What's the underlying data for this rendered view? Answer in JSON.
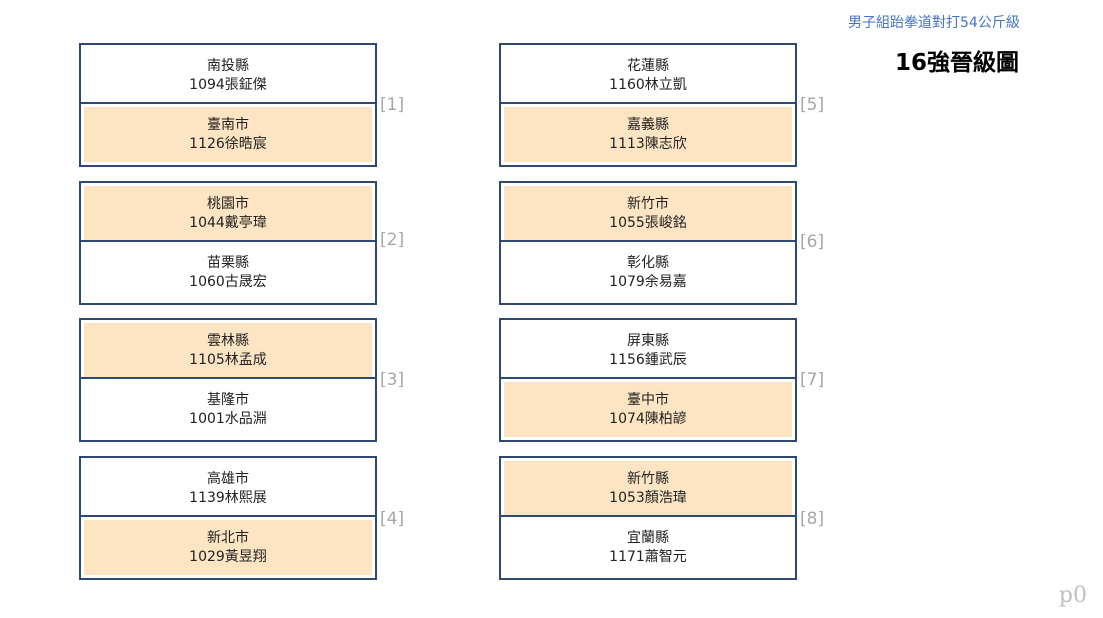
{
  "header": {
    "category": "男子組跆拳道對打54公斤級",
    "stage": "16強晉級圖"
  },
  "page_tag": "p0",
  "matches": [
    {
      "label": "[1]",
      "top": {
        "team": "南投縣",
        "player": "1094張鉦傑"
      },
      "bottom": {
        "team": "臺南市",
        "player": "1126徐晧宸"
      },
      "winner": "bottom"
    },
    {
      "label": "[2]",
      "top": {
        "team": "桃園市",
        "player": "1044戴亭瑋"
      },
      "bottom": {
        "team": "苗栗縣",
        "player": "1060古晟宏"
      },
      "winner": "top"
    },
    {
      "label": "[3]",
      "top": {
        "team": "雲林縣",
        "player": "1105林孟成"
      },
      "bottom": {
        "team": "基隆市",
        "player": "1001水品淵"
      },
      "winner": "top"
    },
    {
      "label": "[4]",
      "top": {
        "team": "高雄市",
        "player": "1139林熙展"
      },
      "bottom": {
        "team": "新北市",
        "player": "1029黃昱翔"
      },
      "winner": "bottom"
    },
    {
      "label": "[5]",
      "top": {
        "team": "花蓮縣",
        "player": "1160林立凱"
      },
      "bottom": {
        "team": "嘉義縣",
        "player": "1113陳志欣"
      },
      "winner": "bottom"
    },
    {
      "label": "[6]",
      "top": {
        "team": "新竹市",
        "player": "1055張峻銘"
      },
      "bottom": {
        "team": "彰化縣",
        "player": "1079余易嘉"
      },
      "winner": "top"
    },
    {
      "label": "[7]",
      "top": {
        "team": "屏東縣",
        "player": "1156鍾武辰"
      },
      "bottom": {
        "team": "臺中市",
        "player": "1074陳柏諺"
      },
      "winner": "bottom"
    },
    {
      "label": "[8]",
      "top": {
        "team": "新竹縣",
        "player": "1053顏浩瑋"
      },
      "bottom": {
        "team": "宜蘭縣",
        "player": "1171蕭智元"
      },
      "winner": "top"
    }
  ]
}
